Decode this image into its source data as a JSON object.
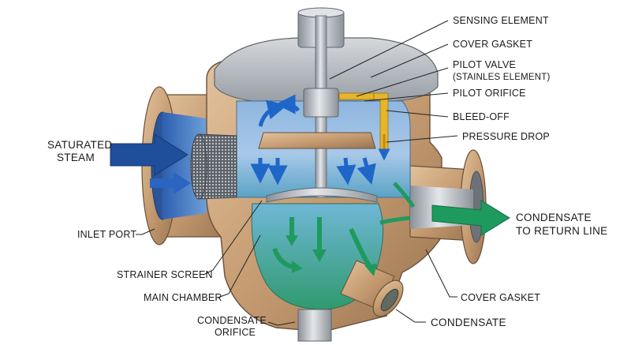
{
  "labels": {
    "sensing_element": "SENSING ELEMENT",
    "cover_gasket_top": "COVER GASKET",
    "pilot_valve": "PILOT VALVE",
    "pilot_valve_sub": "(STAINLES ELEMENT)",
    "pilot_orifice": "PILOT ORIFICE",
    "bleed_off": "BLEED-OFF",
    "pressure_drop": "PRESSURE DROP",
    "saturated_steam_1": "SATURATED",
    "saturated_steam_2": "STEAM",
    "condensate_return_1": "CONDENSATE",
    "condensate_return_2": "TO RETURN LINE",
    "inlet_port": "INLET PORT",
    "strainer_screen": "STRAINER SCREEN",
    "main_chamber": "MAIN CHAMBER",
    "cover_gasket_bottom": "COVER GASKET",
    "condensate": "CONDENSATE",
    "condensate_orifice_1": "CONDENSATE",
    "condensate_orifice_2": "ORIFICE"
  },
  "colors": {
    "bronze": "#c9a27a",
    "bronze_dark": "#8a6a48",
    "steel": "#b9bec4",
    "steam_blue": "#2a5aa8",
    "water_teal": "#4bb08f",
    "flow_green": "#1f9a5e",
    "pilot_yellow": "#e6b52a"
  }
}
